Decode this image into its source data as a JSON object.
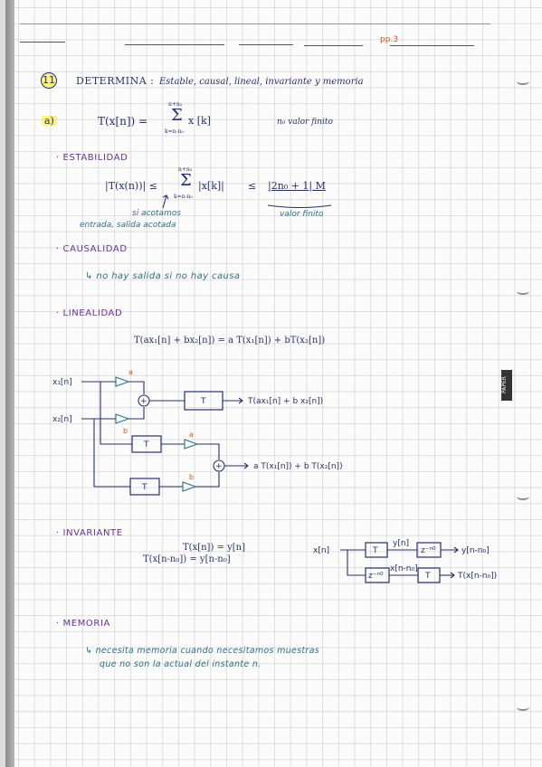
{
  "header": {
    "page_number": "pp.3"
  },
  "problem": {
    "number": "11",
    "heading": "DETERMINA :",
    "properties": "Estable, causal, lineal, invariante  y  memoria",
    "part_label": "a)",
    "sum_top": "n+n₀",
    "sum_symbol": "Σ",
    "sum_bottom": "k=n-n₀",
    "system_lhs": "T(x[n]) =",
    "system_rhs": "x [k]",
    "note": "n₀ valor finito"
  },
  "estabilidad": {
    "title": "· ESTABILIDAD",
    "lhs": "|T(x(n))| ≤",
    "sum_top": "n+n₀",
    "sum_bottom": "k=n-n₀",
    "sum_body": "|x[k]|",
    "le": "≤",
    "result": "|2n₀ + 1| M",
    "note_left_1": "si acotamos",
    "note_left_2": "entrada, salida acotada",
    "note_right": "valor finito"
  },
  "causalidad": {
    "title": "· CAUSALIDAD",
    "text": "↳ no hay salida  si no hay causa"
  },
  "linealidad": {
    "title": "· LINEALIDAD",
    "equation": "T(ax₁[n] + bx₂[n]) = a T(x₁[n]) + bT(x₂[n])",
    "in1": "x₁[n]",
    "in2": "x₂[n]",
    "gain_a": "a",
    "gain_b": "b",
    "block": "T",
    "out_top": "T(ax₁[n] + b x₂[n])",
    "out_bottom": "a T(x₁[n]) + b T(x₂[n])"
  },
  "invariante": {
    "title": "· INVARIANTE",
    "eq1": "T(x[n]) = y[n]",
    "eq2": "T(x[n-n₀]) = y[n-n₀]",
    "in": "x[n]",
    "block": "T",
    "mid_top": "y[n]",
    "delay_top": "z⁻ⁿ⁰",
    "out_top": "y[n-n₀]",
    "delay_bottom": "z⁻ⁿ⁰",
    "mid_bottom": "x[n-n₀]",
    "out_bottom": "T(x[n-n₀])"
  },
  "memoria": {
    "title": "· MEMORIA",
    "line1": "↳ necesita  memoria  cuando  necesitamos  muestras",
    "line2": "que  no  son  la  actual  del  instante  n."
  },
  "sidebar_tag": "PAPER"
}
